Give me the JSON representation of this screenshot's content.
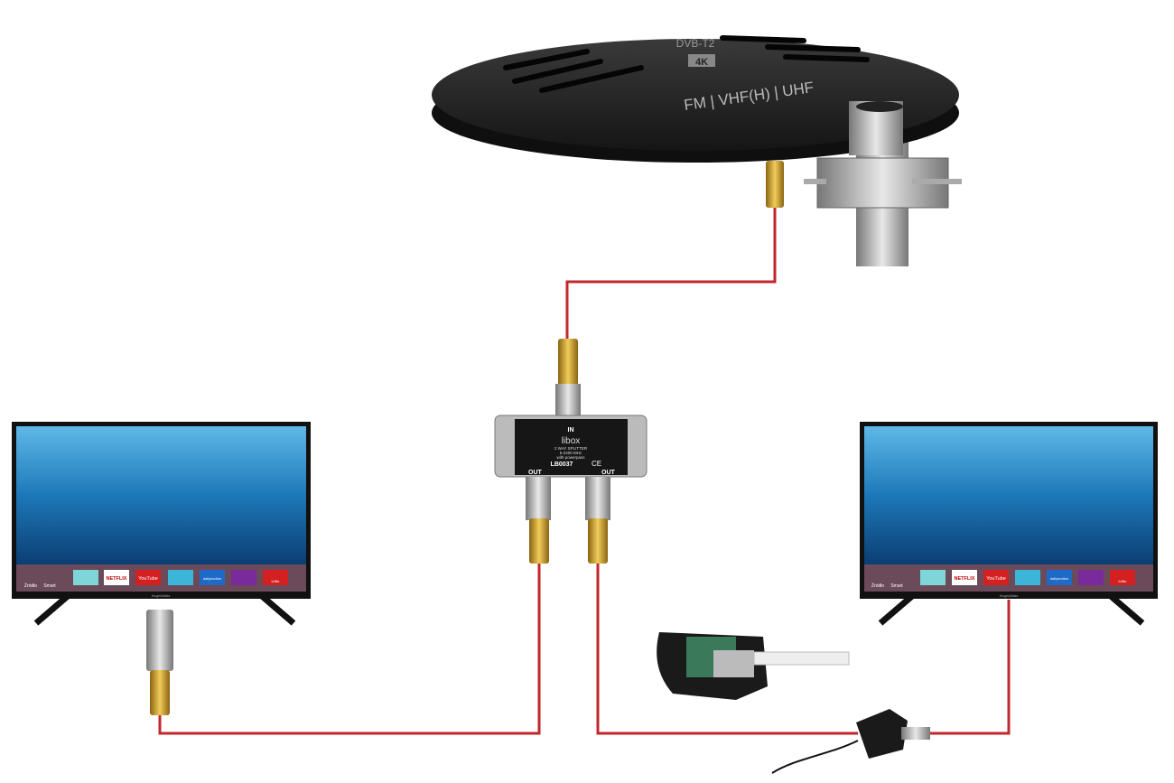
{
  "antenna": {
    "band_text": "FM | VHF(H) | UHF",
    "badge_4k": "4K",
    "badge_dvb": "DVB-T2"
  },
  "splitter": {
    "in_label": "IN",
    "brand": "libox",
    "line1": "2 WAY SPLITTER",
    "line2": "5-2400 MHz",
    "line3": "with powerpass",
    "model": "LB0037",
    "ce": "CE",
    "out_left": "OUT",
    "out_right": "OUT"
  },
  "tv": {
    "brand": "Kruger&Matz",
    "menu": [
      "Źródło",
      "Smart"
    ],
    "apps": [
      "",
      "NETFLIX",
      "YouTube",
      "",
      "dailymotion",
      "",
      "tvfilix"
    ]
  },
  "colors": {
    "cable": "#c1272d",
    "connector_gold": "#d4a531",
    "antenna_body": "#2a2a2a",
    "screen_water": "#1b6fb0",
    "app_bar": "#6b4a5a"
  }
}
